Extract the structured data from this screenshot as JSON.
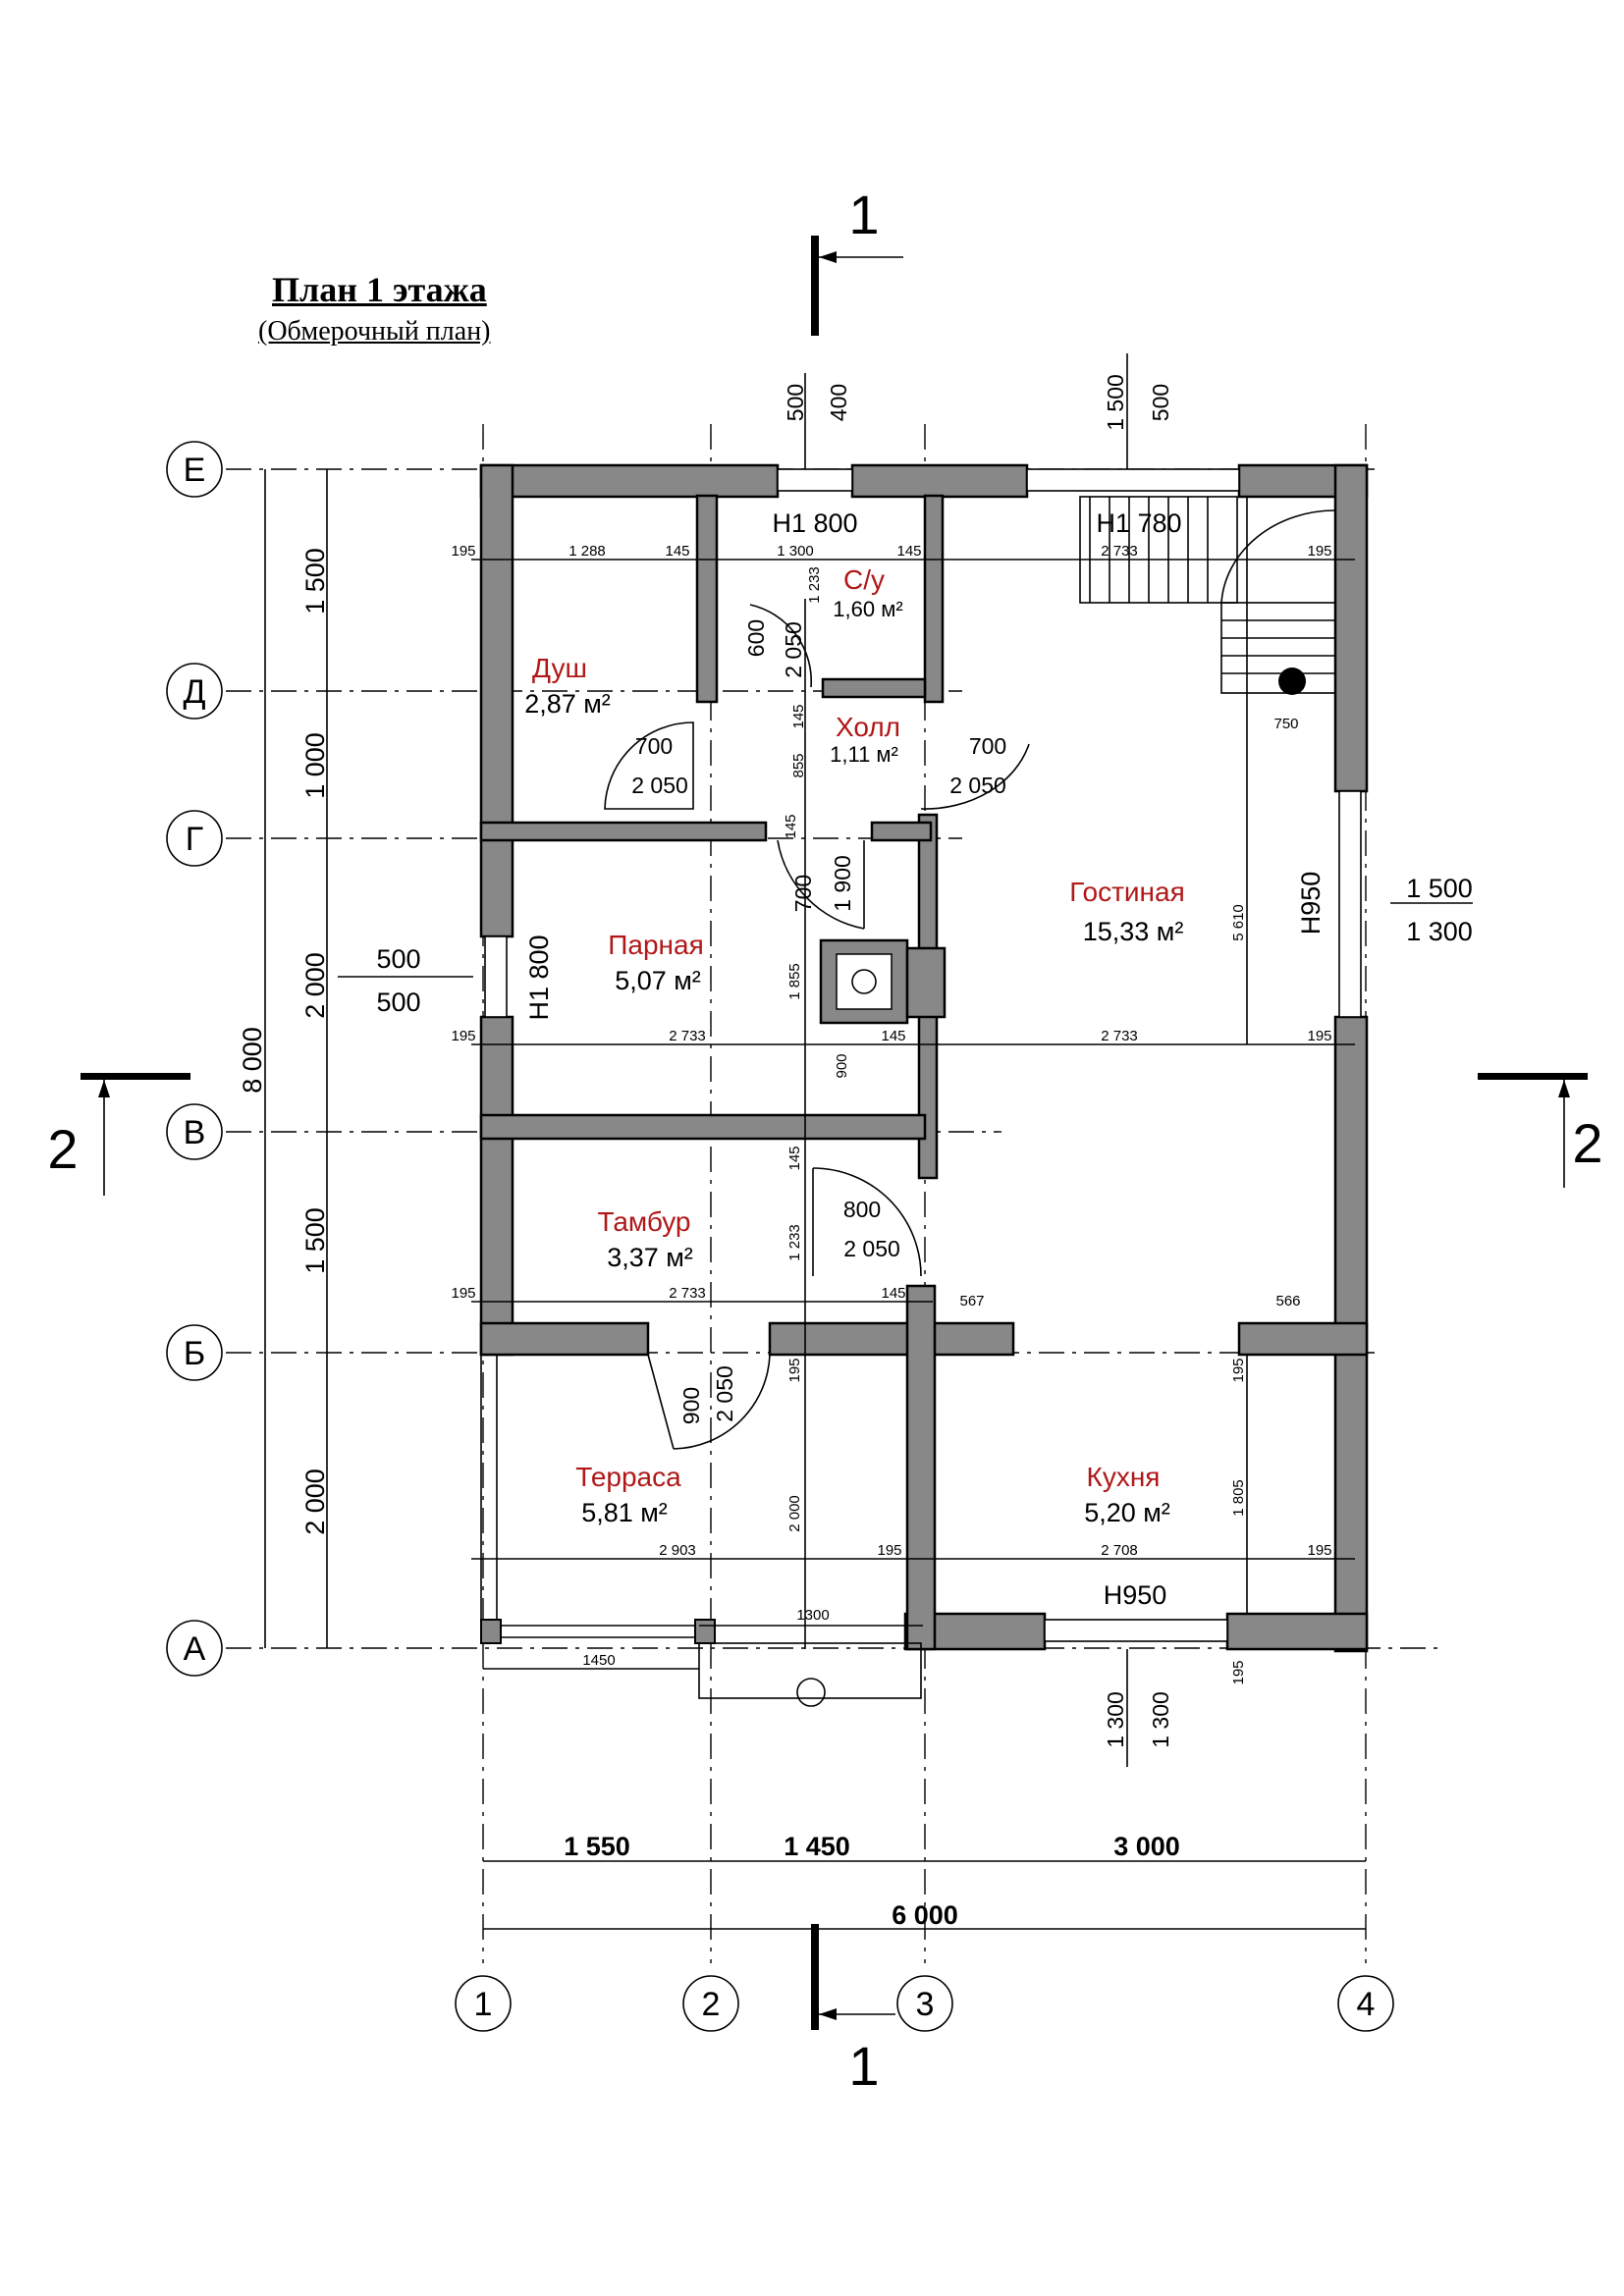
{
  "header": {
    "title": "План 1 этажа",
    "subtitle": "(Обмерочный план)"
  },
  "axes": {
    "letters": [
      "Е",
      "Д",
      "Г",
      "В",
      "Б",
      "А"
    ],
    "numbers": [
      "1",
      "2",
      "3",
      "4"
    ]
  },
  "sections": {
    "section_1": "1",
    "section_2": "2"
  },
  "rooms": [
    {
      "name": "Душ",
      "area": "2,87 м²"
    },
    {
      "name": "С/у",
      "area": "1,60 м²"
    },
    {
      "name": "Холл",
      "area": "1,11 м²"
    },
    {
      "name": "Парная",
      "area": "5,07 м²"
    },
    {
      "name": "Гостиная",
      "area": "15,33 м²"
    },
    {
      "name": "Тамбур",
      "area": "3,37 м²"
    },
    {
      "name": "Терраса",
      "area": "5,81 м²"
    },
    {
      "name": "Кухня",
      "area": "5,20 м²"
    }
  ],
  "openings": {
    "win_wc": "H1 800",
    "win_stair": "H1 780",
    "win_steam": "H1 800",
    "win_living": "H950",
    "win_kitchen": "H950"
  },
  "dims": {
    "top_wc_1": "500",
    "top_wc_2": "400",
    "top_stair_1": "1 500",
    "top_stair_2": "500",
    "row1": [
      "195",
      "1 288",
      "145",
      "1 300",
      "145",
      "2 733",
      "195"
    ],
    "wc_height": "1 233",
    "shower_door": "600",
    "shower_door_h": "2 050",
    "hall_145": "145",
    "hall_855": "855",
    "door_left_w": "700",
    "door_left_h": "2 050",
    "door_right_w": "700",
    "door_right_h": "2 050",
    "stair_750": "750",
    "hall_145b": "145",
    "steam_door_w": "700",
    "steam_door_h": "1 900",
    "living_win_1": "1 500",
    "living_win_2": "1 300",
    "steam_win_1": "500",
    "steam_win_2": "500",
    "living_h": "5 610",
    "steam_h": "1 855",
    "row2": [
      "195",
      "2 733",
      "145",
      "2 733",
      "195"
    ],
    "steam_900": "900",
    "tambur_145": "145",
    "tambur_door_w": "800",
    "tambur_door_h": "2 050",
    "tambur_h": "1 233",
    "row3": [
      "195",
      "2 733",
      "145"
    ],
    "w567": "567",
    "w566": "566",
    "terr_door_w": "900",
    "terr_door_h": "2 050",
    "terr_195": "195",
    "kitchen_195": "195",
    "terr_h": "2 000",
    "kitchen_h": "1 805",
    "row4": [
      "2 903",
      "195",
      "2 708",
      "195"
    ],
    "porch_1300": "1300",
    "porch_1450": "1450",
    "kitchen_195b": "195",
    "kitchen_win_1": "1 300",
    "kitchen_win_2": "1 300",
    "left_spans": [
      "1 500",
      "1 000",
      "2 000",
      "1 500",
      "2 000"
    ],
    "left_total": "8 000",
    "bottom_spans": [
      "1 550",
      "1 450",
      "3 000"
    ],
    "bottom_total": "6 000"
  }
}
